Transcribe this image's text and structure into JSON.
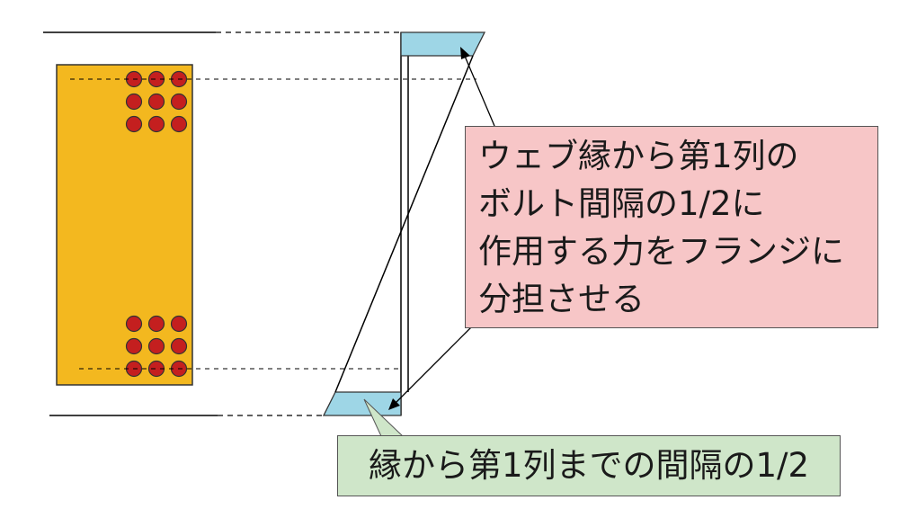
{
  "colors": {
    "plate_fill": "#f3b81f",
    "bolt_fill": "#c41f1f",
    "flange_fill": "#9ed6e6",
    "pink_box_fill": "#f7c6c7",
    "green_box_fill": "#cfe6c9",
    "line": "#000000"
  },
  "callout_pink": {
    "lines": [
      "ウェブ縁から第1列の",
      "ボルト間隔の1/2に",
      "作用する力をフランジに",
      "分担させる"
    ]
  },
  "callout_green": {
    "text": "縁から第1列までの間隔の1/2"
  },
  "bolt_groups": [
    {
      "rows": 3,
      "cols": 3
    },
    {
      "rows": 3,
      "cols": 3
    }
  ]
}
